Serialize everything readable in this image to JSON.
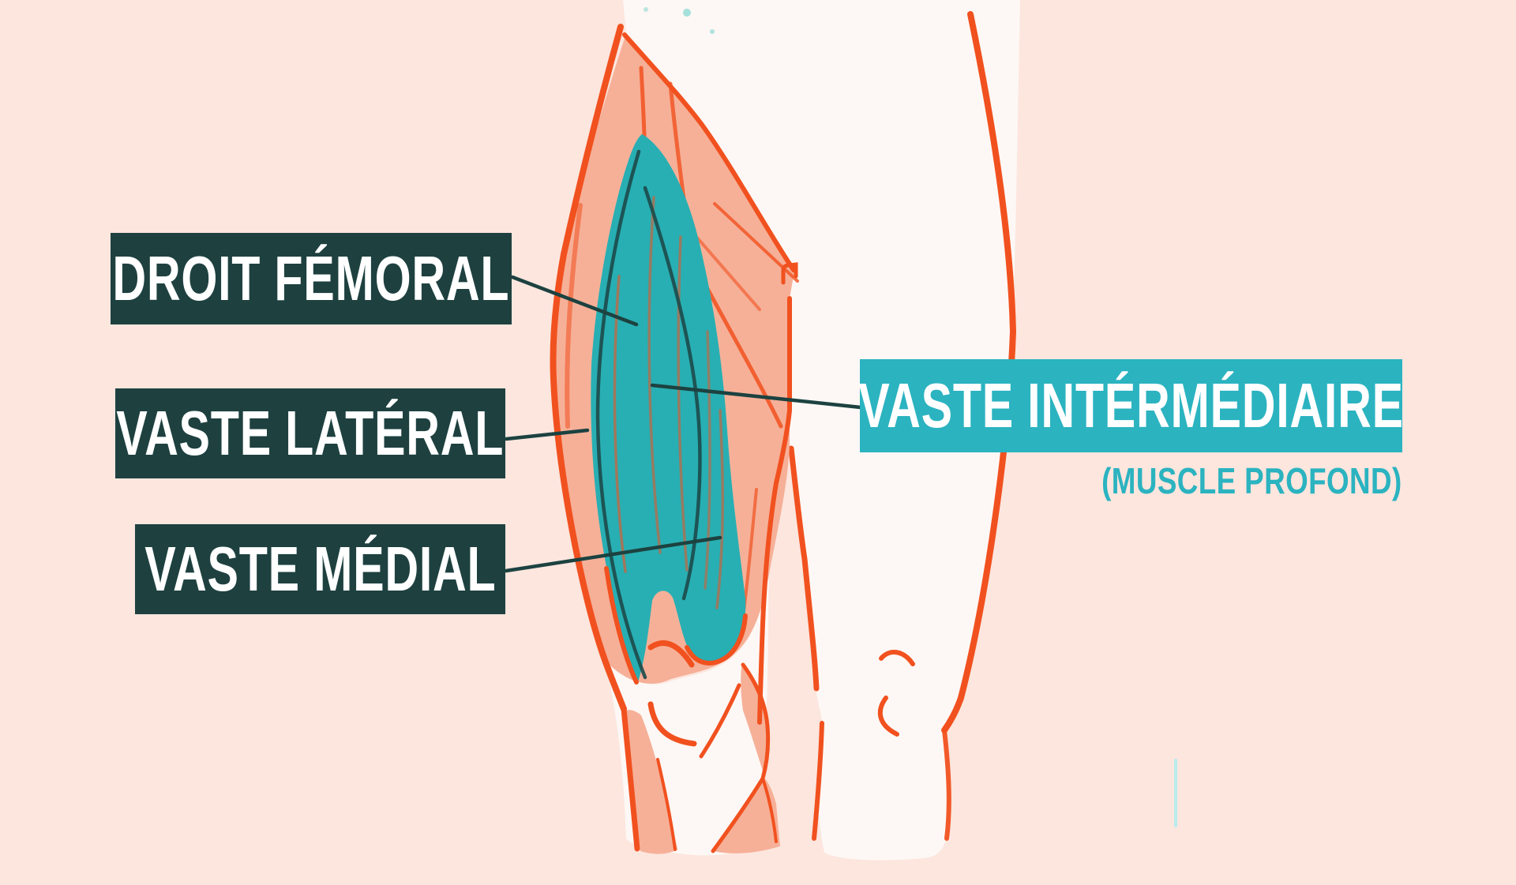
{
  "diagram_title": "",
  "labels": [
    {
      "id": "droit-femoral",
      "text": "DROIT FÉMORAL",
      "style": "dark"
    },
    {
      "id": "vaste-lateral",
      "text": "VASTE LATÉRAL",
      "style": "dark"
    },
    {
      "id": "vaste-medial",
      "text": "VASTE MÉDIAL",
      "style": "dark"
    },
    {
      "id": "vaste-intermediaire",
      "text": "VASTE INTÉRMÉDIAIRE",
      "style": "teal",
      "sublabel": "(MUSCLE PROFOND)"
    }
  ],
  "colors": {
    "background": "#fce6de",
    "label_dark": "#1e4140",
    "label_teal": "#2bb3c0",
    "muscle_teal": "#28afb3",
    "muscle_salmon": "#f6b098",
    "outline_orange": "#f1511f",
    "annotation": "#1c4240",
    "skin_white": "#fdf8f5",
    "text_white": "#ffffff"
  }
}
